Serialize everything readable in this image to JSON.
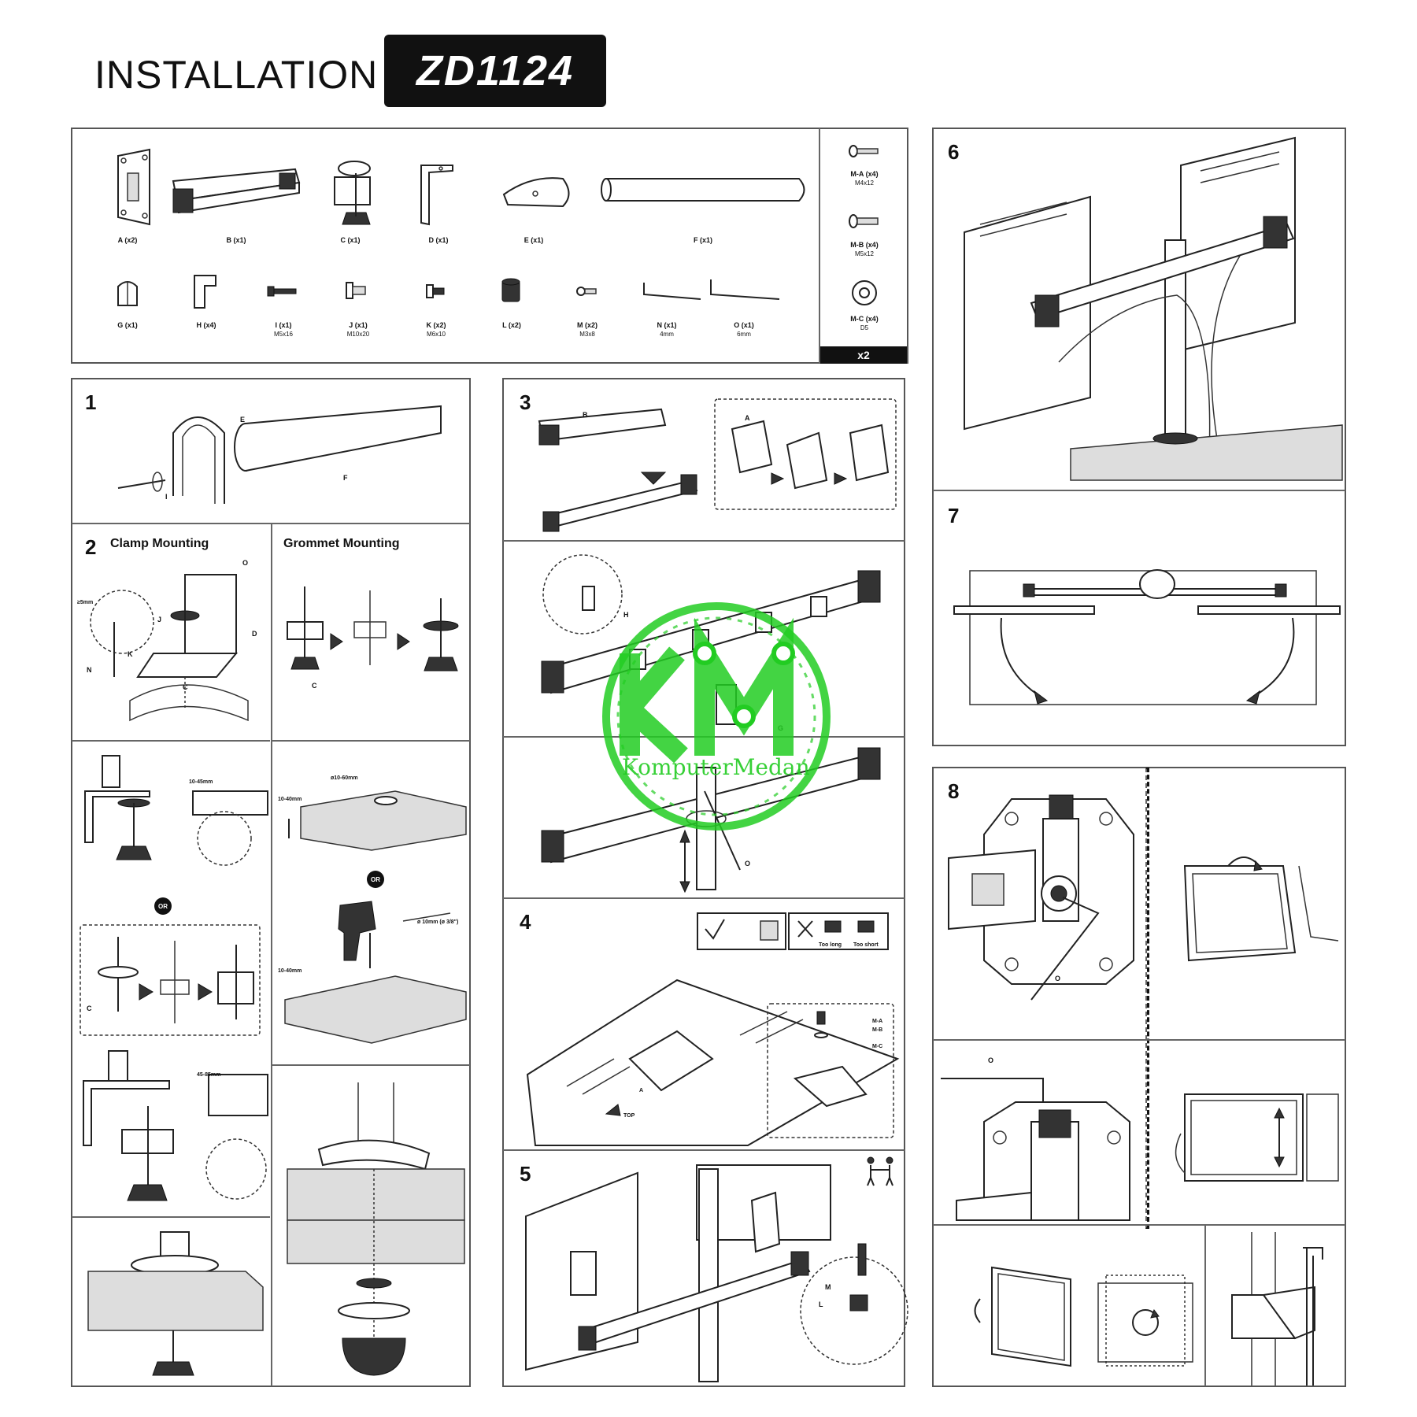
{
  "header": {
    "title": "INSTALLATION",
    "model": "ZD1124"
  },
  "parts": {
    "row1": [
      {
        "label": "A (x2)"
      },
      {
        "label": "B (x1)"
      },
      {
        "label": "C (x1)"
      },
      {
        "label": "D (x1)"
      },
      {
        "label": "E (x1)"
      },
      {
        "label": "F (x1)"
      }
    ],
    "row2": [
      {
        "label": "G (x1)",
        "size": ""
      },
      {
        "label": "H (x4)",
        "size": ""
      },
      {
        "label": "I (x1)",
        "size": "M5x16"
      },
      {
        "label": "J (x1)",
        "size": "M10x20"
      },
      {
        "label": "K (x2)",
        "size": "M6x10"
      },
      {
        "label": "L (x2)",
        "size": ""
      },
      {
        "label": "M (x2)",
        "size": "M3x8"
      },
      {
        "label": "N (x1)",
        "size": "4mm"
      },
      {
        "label": "O (x1)",
        "size": "6mm"
      }
    ],
    "side": [
      {
        "label": "M-A (x4)",
        "size": "M4x12"
      },
      {
        "label": "M-B (x4)",
        "size": "M5x12"
      },
      {
        "label": "M-C (x4)",
        "size": "D5"
      }
    ],
    "multiplier": "x2"
  },
  "steps": {
    "s1": {
      "num": "1",
      "labels": {
        "e": "E",
        "f": "F",
        "i": "I"
      }
    },
    "s2": {
      "num": "2",
      "clamp": "Clamp Mounting",
      "grommet": "Grommet Mounting",
      "dims": {
        "min5": "≥5mm",
        "d1045": "10-45mm",
        "d4585": "45-85mm",
        "d1040a": "10-40mm",
        "d1040b": "10-40mm",
        "hole": "ø10-60mm",
        "drill": "ø 10mm (ø 3/8\")"
      },
      "or": "OR",
      "labels": {
        "c": "C",
        "d": "D",
        "k": "K",
        "n": "N",
        "j": "J",
        "o": "O"
      }
    },
    "s3": {
      "num": "3",
      "labels": {
        "a": "A",
        "b": "B",
        "h": "H",
        "g": "G",
        "o": "O"
      }
    },
    "s4": {
      "num": "4",
      "too_long": "Too long",
      "too_short": "Too short",
      "labels": {
        "ma": "M-A",
        "mb": "M-B",
        "mc": "M-C",
        "a": "A",
        "top": "TOP"
      }
    },
    "s5": {
      "num": "5",
      "labels": {
        "m": "M",
        "l": "L"
      }
    },
    "s6": {
      "num": "6"
    },
    "s7": {
      "num": "7"
    },
    "s8": {
      "num": "8",
      "labels": {
        "o1": "O",
        "o2": "O"
      }
    }
  },
  "watermark": {
    "initials": "KM",
    "text": "KomputerMedan",
    "color": "#22cc22"
  }
}
